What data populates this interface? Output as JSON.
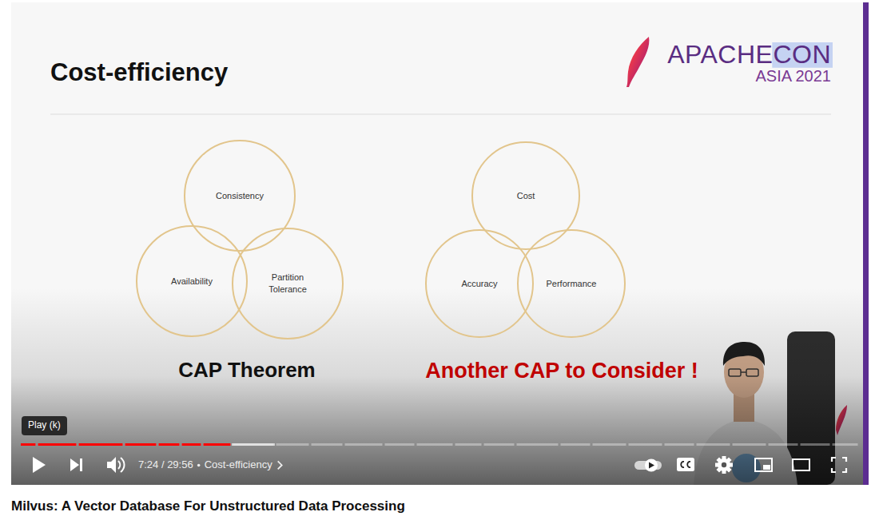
{
  "diagram": {
    "title": "Cost-efficiency",
    "caption": "Milvus: A Vector Database For Unstructured Data Processing",
    "nodes": [
      {
        "text": [
          "Consistency"
        ]
      },
      {
        "text": [
          "Availability"
        ]
      },
      {
        "text": [
          "Partition Tolerance"
        ]
      },
      {
        "text": [
          "Cost"
        ]
      },
      {
        "text": [
          "Accuracy"
        ]
      },
      {
        "text": [
          "Performance"
        ]
      }
    ],
    "labels": [
      "APACHECON",
      "ASIA 2021",
      "CAP Theorem",
      "Another CAP to Consider !",
      "Play (k)",
      "7:24 / 29:56",
      "Cost-efficiency"
    ]
  }
}
